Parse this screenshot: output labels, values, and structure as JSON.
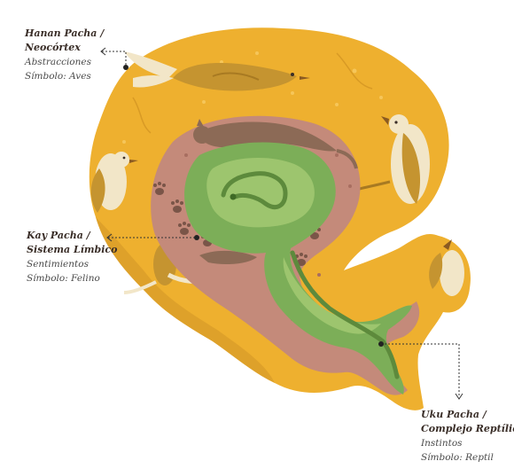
{
  "labels": {
    "hanan": {
      "title1": "Hanan Pacha /",
      "title2": "Neocórtex",
      "sub1": "Abstracciones",
      "sub2": "Símbolo: Aves"
    },
    "kay": {
      "title1": "Kay Pacha /",
      "title2": "Sistema Límbico",
      "sub1": "Sentimientos",
      "sub2": "Símbolo: Felino"
    },
    "uku": {
      "title1": "Uku Pacha /",
      "title2": "Complejo Reptílico",
      "sub1": "Instintos",
      "sub2": "Símbolo: Reptil"
    }
  },
  "colors": {
    "neocortex": "#eeb02f",
    "neocortex_shadow": "#dea12a",
    "limbic": "#c48a7a",
    "reptilian_outer": "#7cae58",
    "reptilian_inner": "#9dc56e",
    "bird": "#c59430",
    "bird_wing": "#a87a22",
    "bird_white": "#f2e6c8",
    "feline": "#8c6a56",
    "paw": "#7a5548",
    "snake": "#5d8a3c",
    "leader_line": "#333333"
  },
  "icons": {
    "upper_world": "bird-icon",
    "middle_world": "feline-icon",
    "lower_world": "snake-icon"
  }
}
